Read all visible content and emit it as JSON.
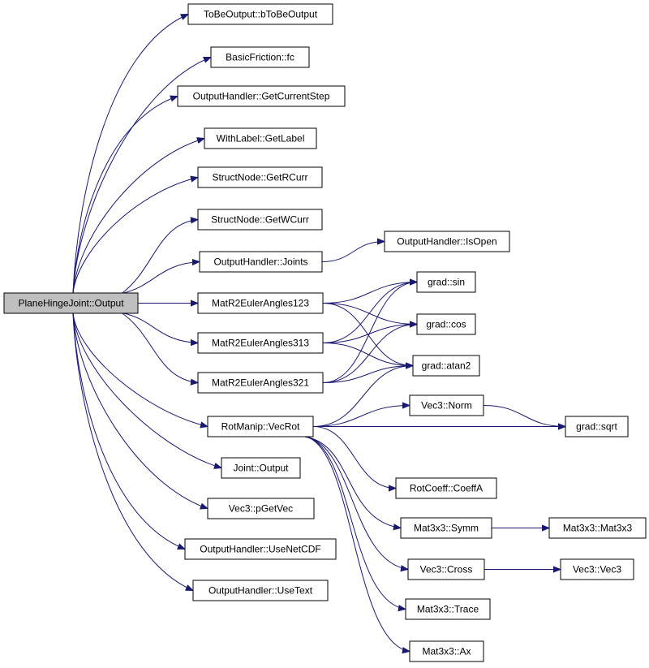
{
  "graph": {
    "title": "",
    "edge_color": "#191970",
    "root_fill": "#bfbfbf",
    "nodes": [
      {
        "id": "root",
        "label": "PlaneHingeJoint::Output",
        "root": true
      },
      {
        "id": "n1",
        "label": "ToBeOutput::bToBeOutput"
      },
      {
        "id": "n2",
        "label": "BasicFriction::fc"
      },
      {
        "id": "n3",
        "label": "OutputHandler::GetCurrentStep"
      },
      {
        "id": "n4",
        "label": "WithLabel::GetLabel"
      },
      {
        "id": "n5",
        "label": "StructNode::GetRCurr"
      },
      {
        "id": "n6",
        "label": "StructNode::GetWCurr"
      },
      {
        "id": "n7",
        "label": "OutputHandler::Joints"
      },
      {
        "id": "n8",
        "label": "OutputHandler::IsOpen"
      },
      {
        "id": "n9",
        "label": "MatR2EulerAngles123"
      },
      {
        "id": "n10",
        "label": "grad::sin"
      },
      {
        "id": "n11",
        "label": "grad::cos"
      },
      {
        "id": "n12",
        "label": "MatR2EulerAngles313"
      },
      {
        "id": "n13",
        "label": "grad::atan2"
      },
      {
        "id": "n14",
        "label": "MatR2EulerAngles321"
      },
      {
        "id": "n15",
        "label": "Vec3::Norm"
      },
      {
        "id": "n16",
        "label": "RotManip::VecRot"
      },
      {
        "id": "n17",
        "label": "grad::sqrt"
      },
      {
        "id": "n18",
        "label": "Joint::Output"
      },
      {
        "id": "n19",
        "label": "RotCoeff::CoeffA"
      },
      {
        "id": "n20",
        "label": "Vec3::pGetVec"
      },
      {
        "id": "n21",
        "label": "Mat3x3::Symm"
      },
      {
        "id": "n22",
        "label": "Mat3x3::Mat3x3"
      },
      {
        "id": "n23",
        "label": "OutputHandler::UseNetCDF"
      },
      {
        "id": "n24",
        "label": "Vec3::Cross"
      },
      {
        "id": "n25",
        "label": "Vec3::Vec3"
      },
      {
        "id": "n26",
        "label": "OutputHandler::UseText"
      },
      {
        "id": "n27",
        "label": "Mat3x3::Trace"
      },
      {
        "id": "n28",
        "label": "Mat3x3::Ax"
      }
    ],
    "edges": [
      [
        "root",
        "n1"
      ],
      [
        "root",
        "n2"
      ],
      [
        "root",
        "n3"
      ],
      [
        "root",
        "n4"
      ],
      [
        "root",
        "n5"
      ],
      [
        "root",
        "n6"
      ],
      [
        "root",
        "n7"
      ],
      [
        "root",
        "n9"
      ],
      [
        "root",
        "n12"
      ],
      [
        "root",
        "n14"
      ],
      [
        "root",
        "n16"
      ],
      [
        "root",
        "n18"
      ],
      [
        "root",
        "n20"
      ],
      [
        "root",
        "n23"
      ],
      [
        "root",
        "n26"
      ],
      [
        "n7",
        "n8"
      ],
      [
        "n9",
        "n10"
      ],
      [
        "n9",
        "n11"
      ],
      [
        "n9",
        "n13"
      ],
      [
        "n12",
        "n10"
      ],
      [
        "n12",
        "n11"
      ],
      [
        "n12",
        "n13"
      ],
      [
        "n14",
        "n10"
      ],
      [
        "n14",
        "n11"
      ],
      [
        "n14",
        "n13"
      ],
      [
        "n16",
        "n13"
      ],
      [
        "n16",
        "n15"
      ],
      [
        "n16",
        "n17"
      ],
      [
        "n16",
        "n19"
      ],
      [
        "n16",
        "n21"
      ],
      [
        "n16",
        "n24"
      ],
      [
        "n16",
        "n27"
      ],
      [
        "n16",
        "n28"
      ],
      [
        "n15",
        "n17"
      ],
      [
        "n21",
        "n22"
      ],
      [
        "n24",
        "n25"
      ]
    ]
  }
}
